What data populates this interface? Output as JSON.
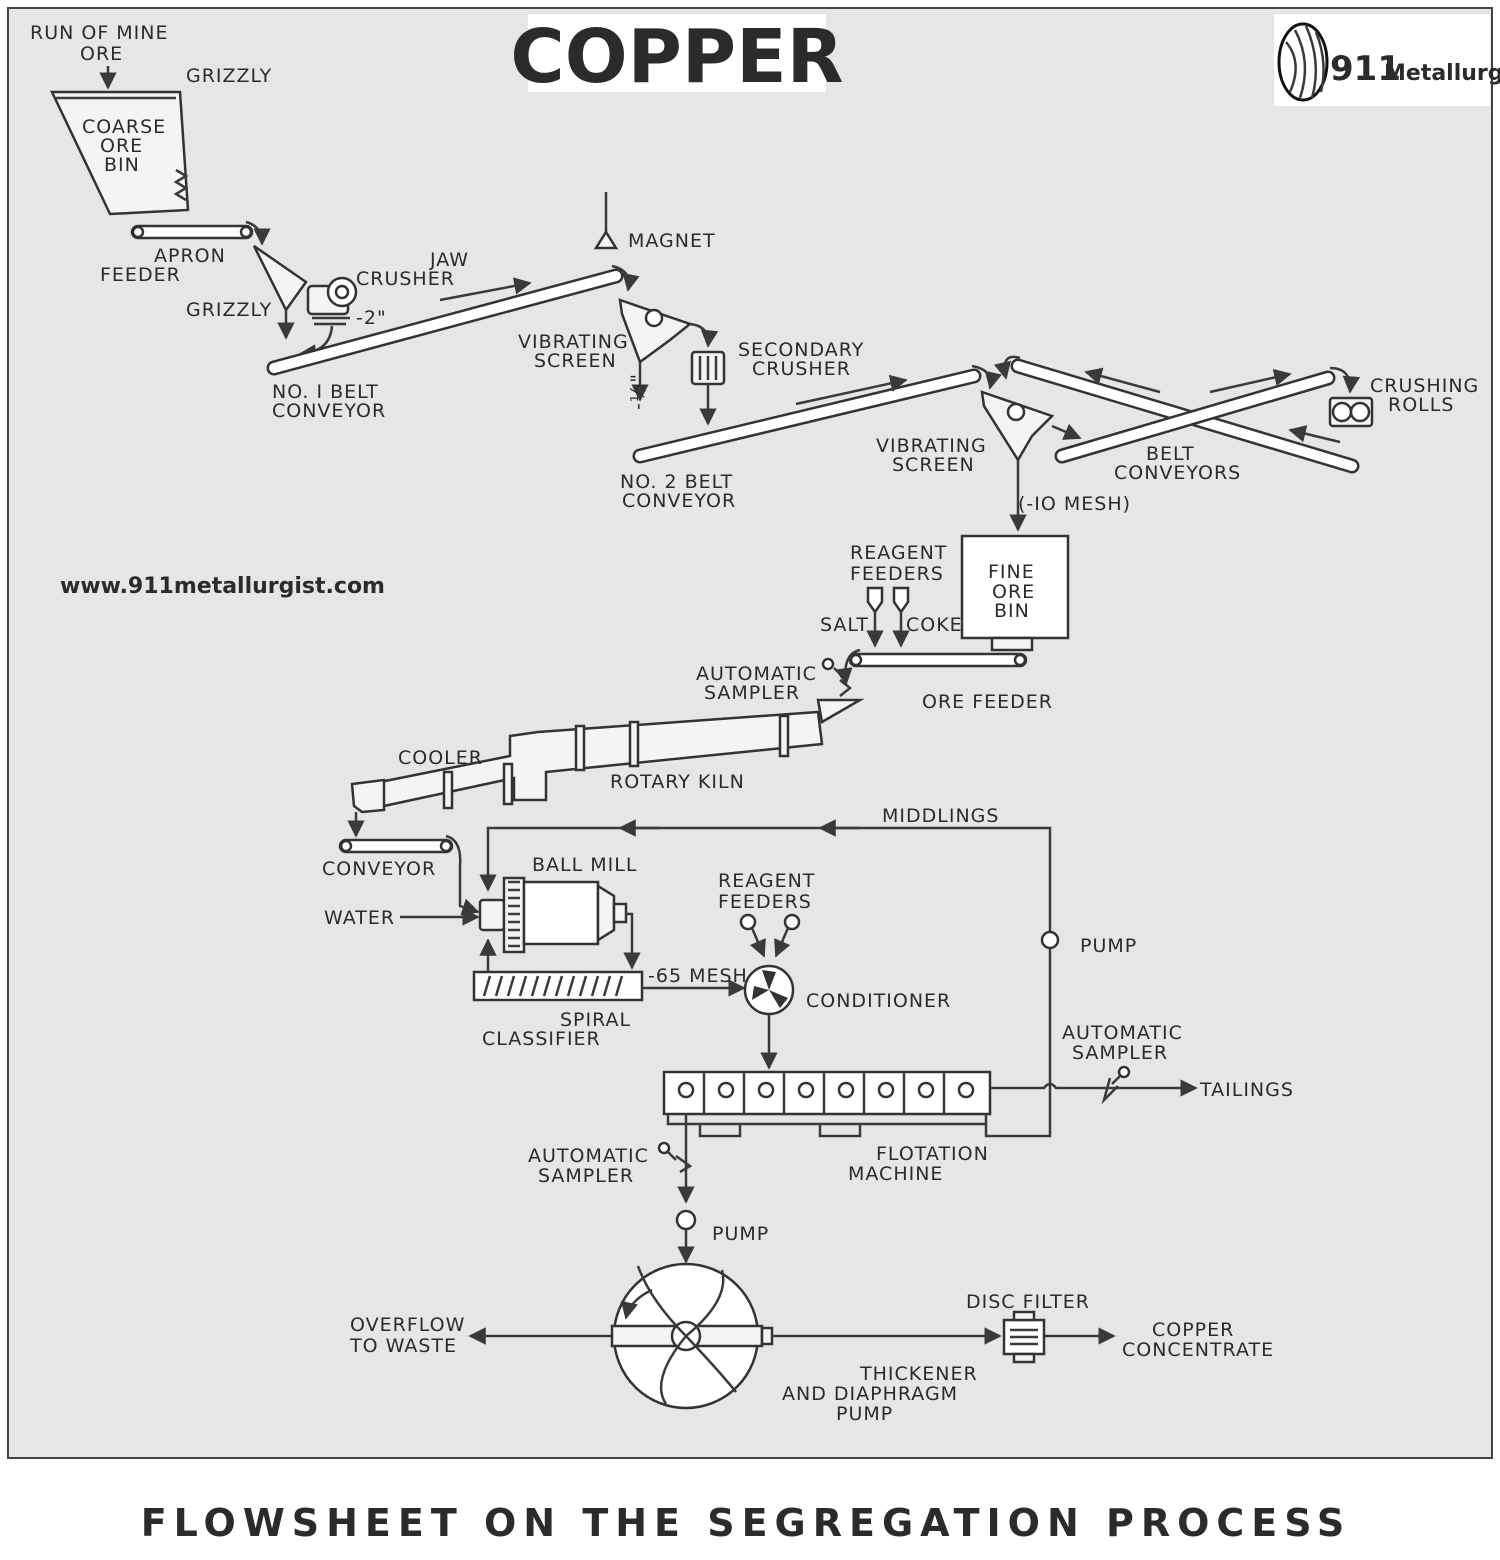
{
  "title": "COPPER",
  "caption": "FLOWSHEET ON THE SEGREGATION PROCESS",
  "website": "www.911metallurgist.com",
  "logo": {
    "number": "911",
    "word": "Metallurgist"
  },
  "colors": {
    "panel": "#e6e6e6",
    "line": "#3a3a3a",
    "background": "#ffffff"
  },
  "labels": {
    "run_of_mine_1": "RUN OF MINE",
    "run_of_mine_2": "ORE",
    "grizzly_top": "GRIZZLY",
    "coarse_bin_1": "COARSE",
    "coarse_bin_2": "ORE",
    "coarse_bin_3": "BIN",
    "apron_1": "APRON",
    "apron_2": "FEEDER",
    "grizzly_2": "GRIZZLY",
    "jaw_1": "JAW",
    "jaw_2": "CRUSHER",
    "size_2in": "-2\"",
    "belt1_1": "NO. I BELT",
    "belt1_2": "CONVEYOR",
    "magnet": "MAGNET",
    "vib1_1": "VIBRATING",
    "vib1_2": "SCREEN",
    "secondary_1": "SECONDARY",
    "secondary_2": "CRUSHER",
    "half_in": "-½\"",
    "belt2_1": "NO. 2 BELT",
    "belt2_2": "CONVEYOR",
    "vib2_1": "VIBRATING",
    "vib2_2": "SCREEN",
    "belts_1": "BELT",
    "belts_2": "CONVEYORS",
    "rolls_1": "CRUSHING",
    "rolls_2": "ROLLS",
    "mesh10": "(-IO MESH)",
    "fine_bin_1": "FINE",
    "fine_bin_2": "ORE",
    "fine_bin_3": "BIN",
    "reagent1_1": "REAGENT",
    "reagent1_2": "FEEDERS",
    "salt": "SALT",
    "coke": "COKE",
    "sampler1_1": "AUTOMATIC",
    "sampler1_2": "SAMPLER",
    "ore_feeder": "ORE FEEDER",
    "cooler": "COOLER",
    "kiln": "ROTARY KILN",
    "middlings": "MIDDLINGS",
    "conveyor": "CONVEYOR",
    "ball_mill": "BALL MILL",
    "water": "WATER",
    "reagent2_1": "REAGENT",
    "reagent2_2": "FEEDERS",
    "pump1": "PUMP",
    "mesh65": "-65 MESH",
    "conditioner": "CONDITIONER",
    "spiral_1": "SPIRAL",
    "spiral_2": "CLASSIFIER",
    "sampler2_1": "AUTOMATIC",
    "sampler2_2": "SAMPLER",
    "tailings": "TAILINGS",
    "flotation_1": "FLOTATION",
    "flotation_2": "MACHINE",
    "sampler3_1": "AUTOMATIC",
    "sampler3_2": "SAMPLER",
    "pump2": "PUMP",
    "overflow_1": "OVERFLOW",
    "overflow_2": "TO WASTE",
    "disc_filter": "DISC FILTER",
    "concentrate_1": "COPPER",
    "concentrate_2": "CONCENTRATE",
    "thickener_1": "THICKENER",
    "thickener_2": "AND DIAPHRAGM",
    "thickener_3": "PUMP"
  }
}
